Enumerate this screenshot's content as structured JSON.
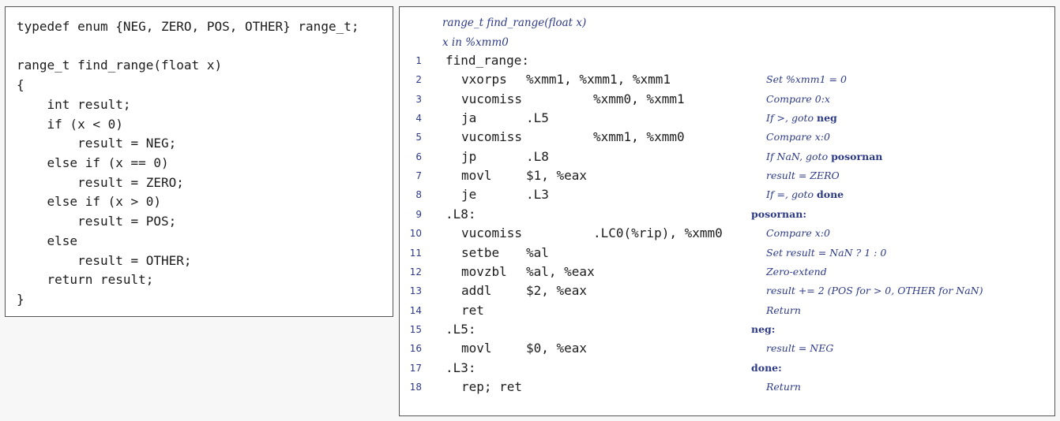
{
  "c_code": {
    "lines": [
      "typedef enum {NEG, ZERO, POS, OTHER} range_t;",
      "",
      "range_t find_range(float x)",
      "{",
      "    int result;",
      "    if (x < 0)",
      "        result = NEG;",
      "    else if (x == 0)",
      "        result = ZERO;",
      "    else if (x > 0)",
      "        result = POS;",
      "    else",
      "        result = OTHER;",
      "    return result;",
      "}"
    ]
  },
  "asm": {
    "header": [
      "range_t find_range(float x)",
      "x in %xmm0"
    ],
    "rows": [
      {
        "n": "1",
        "label": "find_range:",
        "op": "",
        "a1": "",
        "a2": "",
        "comment": "",
        "comment_kw": ""
      },
      {
        "n": "2",
        "label": "",
        "op": "vxorps",
        "a1": "%xmm1, %xmm1, %xmm1",
        "a2": "",
        "comment": "Set %xmm1 = 0",
        "comment_kw": ""
      },
      {
        "n": "3",
        "label": "",
        "op": "vucomiss",
        "a1": "",
        "a2": "%xmm0, %xmm1",
        "comment": "Compare 0:x",
        "comment_kw": ""
      },
      {
        "n": "4",
        "label": "",
        "op": "ja",
        "a1": ".L5",
        "a2": "",
        "comment": "If >, goto ",
        "comment_kw": "neg"
      },
      {
        "n": "5",
        "label": "",
        "op": "vucomiss",
        "a1": "",
        "a2": "%xmm1, %xmm0",
        "comment": "Compare x:0",
        "comment_kw": ""
      },
      {
        "n": "6",
        "label": "",
        "op": "jp",
        "a1": ".L8",
        "a2": "",
        "comment": "If NaN, goto ",
        "comment_kw": "posornan"
      },
      {
        "n": "7",
        "label": "",
        "op": "movl",
        "a1": "$1, %eax",
        "a2": "",
        "comment": "result = ZERO",
        "comment_kw": ""
      },
      {
        "n": "8",
        "label": "",
        "op": "je",
        "a1": ".L3",
        "a2": "",
        "comment": "If =, goto ",
        "comment_kw": "done"
      },
      {
        "n": "9",
        "label": ".L8:",
        "op": "",
        "a1": "",
        "a2": "",
        "comment": "posornan:",
        "comment_kw": "",
        "label_comment": true
      },
      {
        "n": "10",
        "label": "",
        "op": "vucomiss",
        "a1": "",
        "a2": ".LC0(%rip), %xmm0",
        "comment": "Compare x:0",
        "comment_kw": ""
      },
      {
        "n": "11",
        "label": "",
        "op": "setbe",
        "a1": "%al",
        "a2": "",
        "comment": "Set result = NaN ? 1 : 0",
        "comment_kw": ""
      },
      {
        "n": "12",
        "label": "",
        "op": "movzbl",
        "a1": "%al, %eax",
        "a2": "",
        "comment": "Zero-extend",
        "comment_kw": ""
      },
      {
        "n": "13",
        "label": "",
        "op": "addl",
        "a1": "$2, %eax",
        "a2": "",
        "comment": "result += 2 (POS for > 0, OTHER for NaN)",
        "comment_kw": ""
      },
      {
        "n": "14",
        "label": "",
        "op": "ret",
        "a1": "",
        "a2": "",
        "comment": "Return",
        "comment_kw": ""
      },
      {
        "n": "15",
        "label": ".L5:",
        "op": "",
        "a1": "",
        "a2": "",
        "comment": "neg:",
        "comment_kw": "",
        "label_comment": true
      },
      {
        "n": "16",
        "label": "",
        "op": "movl",
        "a1": "$0, %eax",
        "a2": "",
        "comment": "result = NEG",
        "comment_kw": ""
      },
      {
        "n": "17",
        "label": ".L3:",
        "op": "",
        "a1": "",
        "a2": "",
        "comment": "done:",
        "comment_kw": "",
        "label_comment": true
      },
      {
        "n": "18",
        "label": "",
        "op": "rep; ret",
        "a1": "",
        "a2": "",
        "comment": "Return",
        "comment_kw": ""
      }
    ]
  },
  "colors": {
    "comment": "#2d3a86",
    "code": "#1c1c1c",
    "border": "#555555"
  }
}
